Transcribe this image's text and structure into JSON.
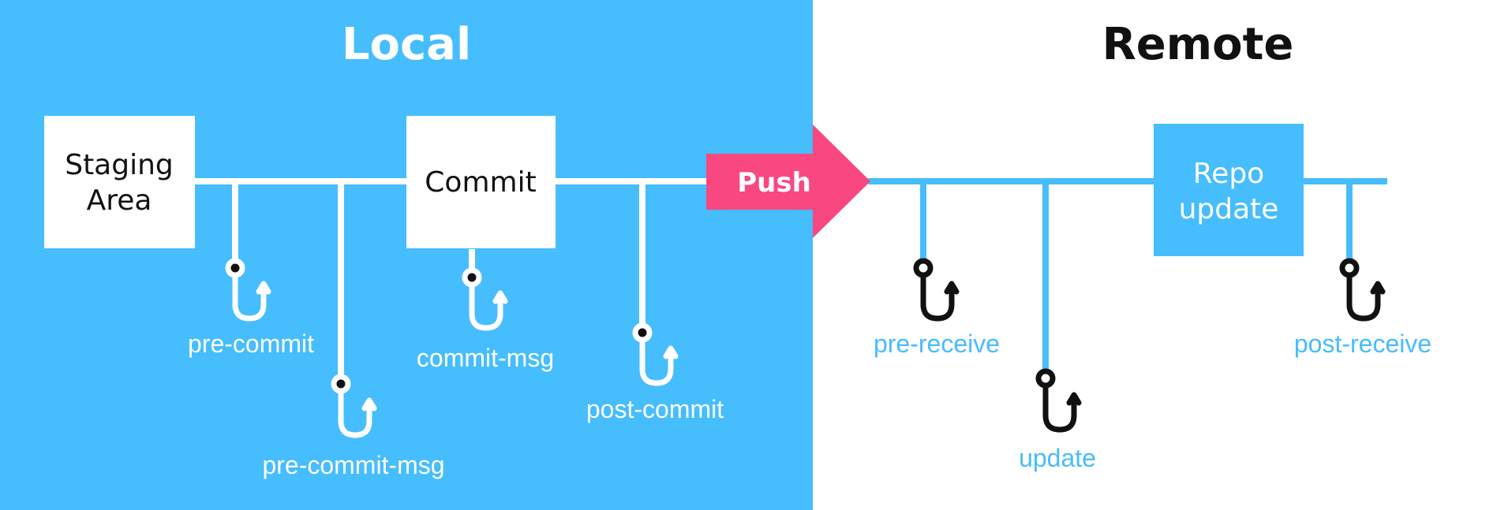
{
  "colors": {
    "local_bg": "#46BDFD",
    "remote_bg": "#FFFFFF",
    "push_arrow": "#F94780",
    "local_line": "#FFFFFF",
    "remote_line": "#46BDFD",
    "local_hook": "#FFFFFF",
    "remote_hook": "#111111",
    "local_box_fill": "#FFFFFF",
    "local_box_text": "#111111",
    "remote_box_fill": "#46BDFD",
    "remote_box_text": "#FFFFFF"
  },
  "local": {
    "title": "Local",
    "staging": {
      "line1": "Staging",
      "line2": "Area"
    },
    "commit": {
      "label": "Commit"
    },
    "hooks": {
      "pre_commit": "pre-commit",
      "pre_commit_msg": "pre-commit-msg",
      "commit_msg": "commit-msg",
      "post_commit": "post-commit"
    }
  },
  "push": {
    "label": "Push"
  },
  "remote": {
    "title": "Remote",
    "repo_update": {
      "line1": "Repo",
      "line2": "update"
    },
    "hooks": {
      "pre_receive": "pre-receive",
      "update": "update",
      "post_receive": "post-receive"
    }
  }
}
